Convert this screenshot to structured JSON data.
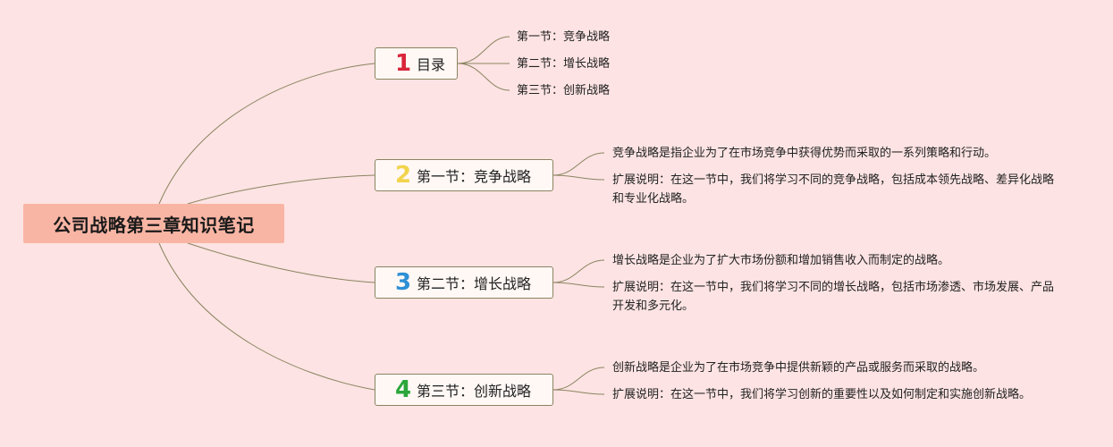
{
  "root": {
    "title": "公司战略第三章知识笔记",
    "color": "#f9b5a4"
  },
  "line_color": "#8a8460",
  "branches": [
    {
      "number": "1",
      "number_color": "#d9243a",
      "label": "目录",
      "children": [
        "第一节：竞争战略",
        "第二节：增长战略",
        "第三节：创新战略"
      ]
    },
    {
      "number": "2",
      "number_color": "#f2d44c",
      "label": "第一节：竞争战略",
      "children": [
        "竞争战略是指企业为了在市场竞争中获得优势而采取的一系列策略和行动。",
        "扩展说明：在这一节中，我们将学习不同的竞争战略，包括成本领先战略、差异化战略和专业化战略。"
      ]
    },
    {
      "number": "3",
      "number_color": "#2d8fd5",
      "label": "第二节：增长战略",
      "children": [
        "增长战略是企业为了扩大市场份额和增加销售收入而制定的战略。",
        "扩展说明：在这一节中，我们将学习不同的增长战略，包括市场渗透、市场发展、产品开发和多元化。"
      ]
    },
    {
      "number": "4",
      "number_color": "#2aa63a",
      "label": "第三节：创新战略",
      "children": [
        "创新战略是企业为了在市场竞争中提供新颖的产品或服务而采取的战略。",
        "扩展说明：在这一节中，我们将学习创新的重要性以及如何制定和实施创新战略。"
      ]
    }
  ]
}
